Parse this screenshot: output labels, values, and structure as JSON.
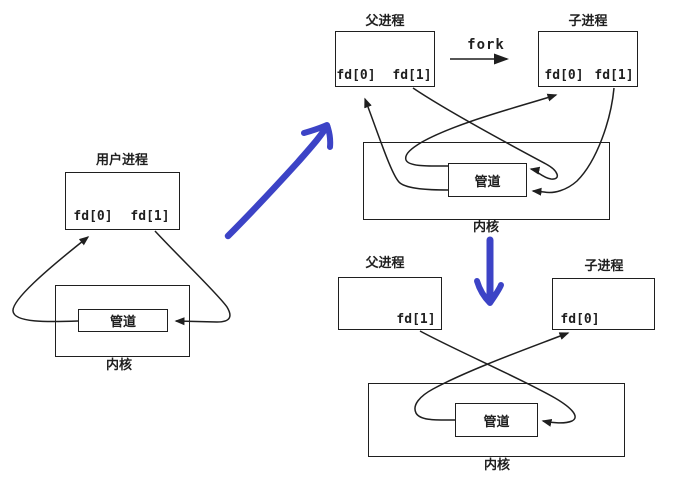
{
  "palette": {
    "ink": "#1f1f1f",
    "blue": "#3c43c6",
    "bg": "#ffffff"
  },
  "d1": {
    "process": "用户进程",
    "fd0": "fd[0]",
    "fd1": "fd[1]",
    "pipe": "管道",
    "kernel": "内核"
  },
  "d2": {
    "parent": "父进程",
    "child": "子进程",
    "fork": "fork",
    "parent_fd0": "fd[0]",
    "parent_fd1": "fd[1]",
    "child_fd0": "fd[0]",
    "child_fd1": "fd[1]",
    "pipe": "管道",
    "kernel": "内核"
  },
  "d3": {
    "parent": "父进程",
    "child": "子进程",
    "parent_fd1": "fd[1]",
    "child_fd0": "fd[0]",
    "pipe": "管道",
    "kernel": "内核"
  }
}
